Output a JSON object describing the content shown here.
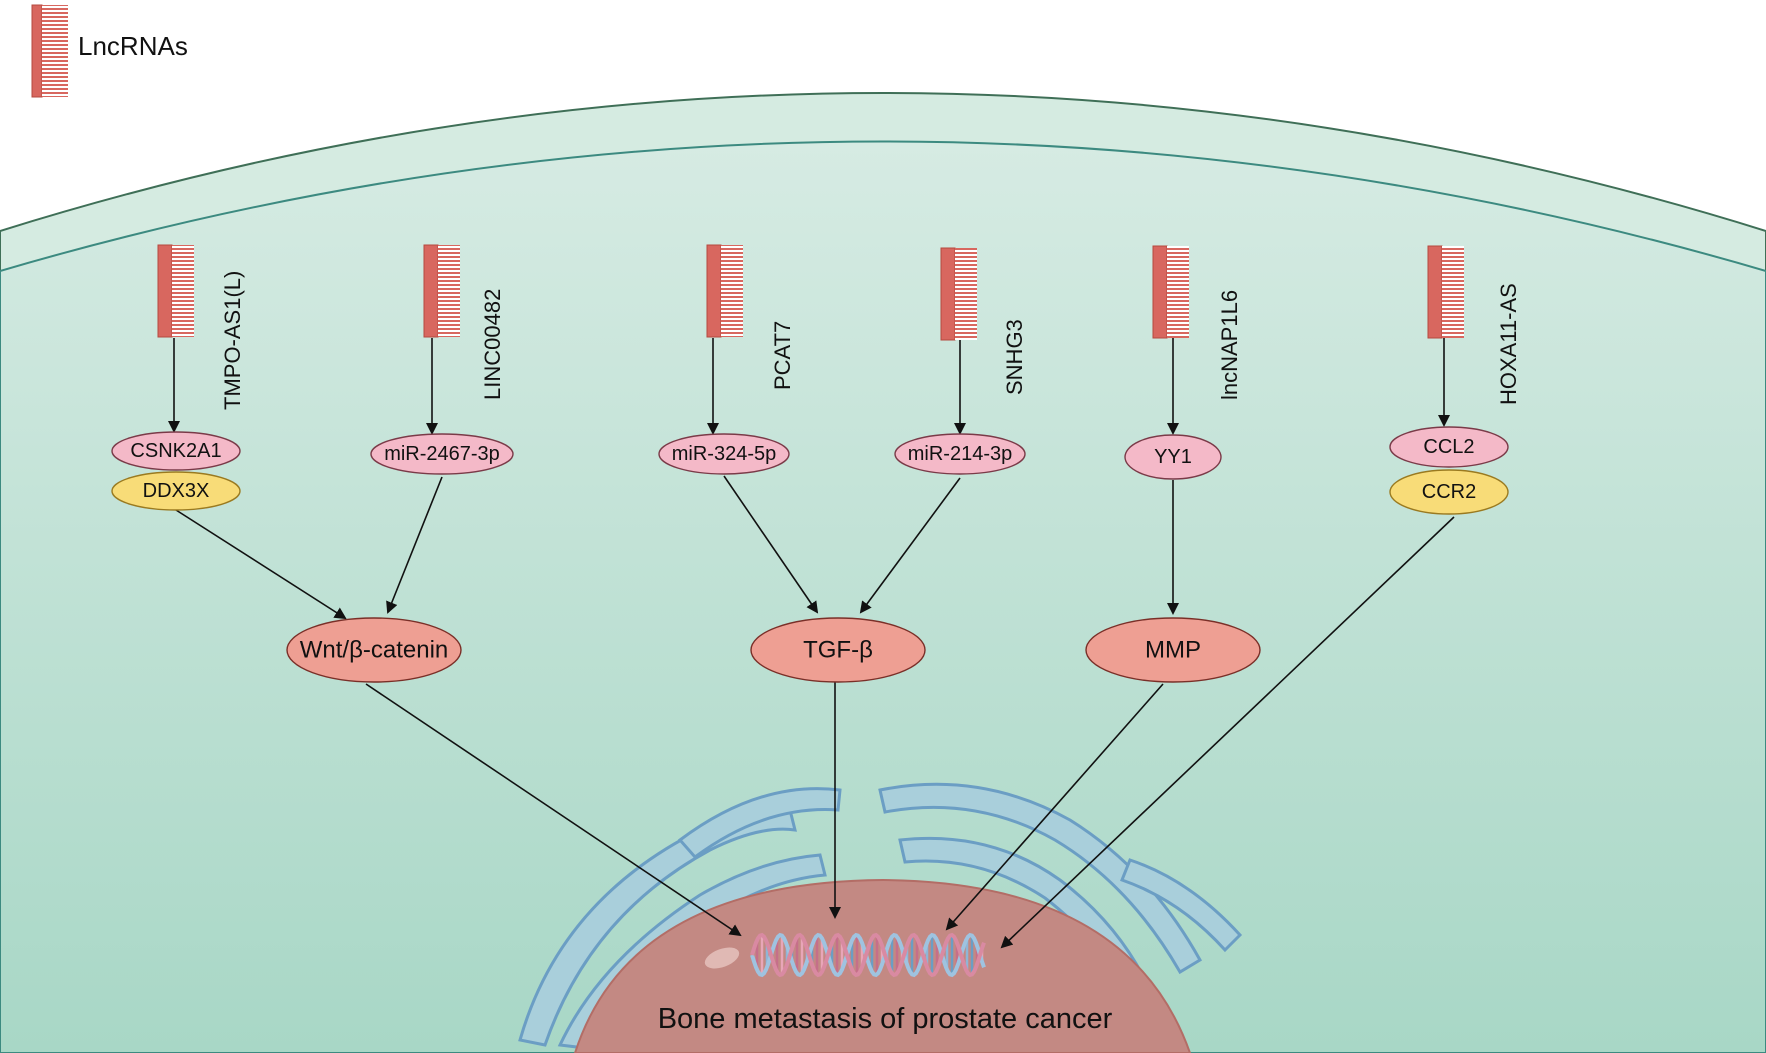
{
  "legend": {
    "label": "LncRNAs",
    "color": "#d8675f"
  },
  "lncrnas": [
    "TMPO-AS1(L)",
    "LINC00482",
    "PCAT7",
    "SNHG3",
    "lncNAP1L6",
    "HOXA11-AS"
  ],
  "mediators": {
    "csnk2a1": "CSNK2A1",
    "ddx3x": "DDX3X",
    "mir2467": "miR-2467-3p",
    "mir324": "miR-324-5p",
    "mir214": "miR-214-3p",
    "yy1": "YY1",
    "ccl2": "CCL2",
    "ccr2": "CCR2"
  },
  "pathways": {
    "wnt": "Wnt/β-catenin",
    "tgf": "TGF-β",
    "mmp": "MMP"
  },
  "outcome": "Bone metastasis of prostate cancer",
  "colors": {
    "cell_fill": "#b9dcce",
    "cell_stroke": "#3c8a80",
    "pink_node": "#f4b9c8",
    "yellow_node": "#f8dc78",
    "pathway_node": "#ee9f93",
    "nucleus": "#c38983",
    "er_fill": "#a9cfdb",
    "er_stroke": "#6b9ec4"
  }
}
